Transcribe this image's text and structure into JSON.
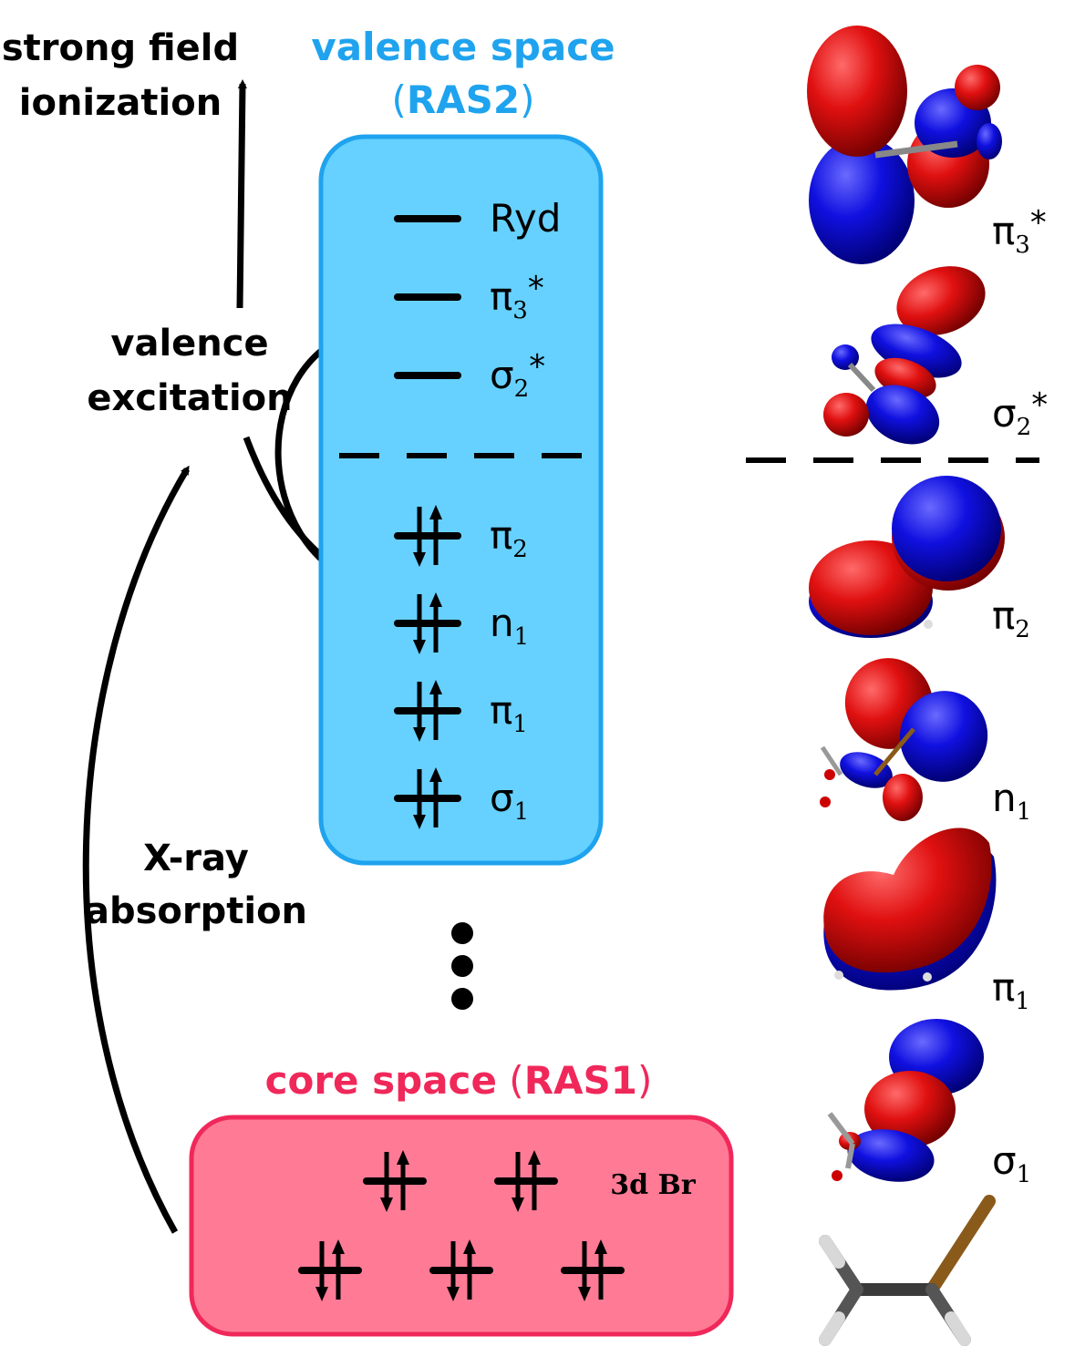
{
  "process_labels": {
    "strong_field": [
      "strong field",
      "ionization"
    ],
    "valence_excitation": [
      "valence",
      "excitation"
    ],
    "xray_absorption": [
      "X-ray",
      "absorption"
    ]
  },
  "valence_space": {
    "title": "valence space",
    "subtitle": "RAS2",
    "color": "#66d1ff",
    "border_color": "#1fa3ee",
    "text_color": "#1fa3ee",
    "unoccupied": [
      {
        "base": "Ryd",
        "sub": "",
        "sup": ""
      },
      {
        "base": "π",
        "sub": "3",
        "sup": "*"
      },
      {
        "base": "σ",
        "sub": "2",
        "sup": "*"
      }
    ],
    "occupied": [
      {
        "base": "π",
        "sub": "2",
        "sup": ""
      },
      {
        "base": "n",
        "sub": "1",
        "sup": ""
      },
      {
        "base": "π",
        "sub": "1",
        "sup": ""
      },
      {
        "base": "σ",
        "sub": "1",
        "sup": ""
      }
    ]
  },
  "core_space": {
    "title": "core space",
    "subtitle": "RAS1",
    "label": "3d Br",
    "color": "#ff7a95",
    "border_color": "#f0285a",
    "text_color": "#f0285a"
  },
  "orbital_images": [
    {
      "base": "π",
      "sub": "3",
      "sup": "*"
    },
    {
      "base": "σ",
      "sub": "2",
      "sup": "*"
    },
    {
      "base": "π",
      "sub": "2",
      "sup": ""
    },
    {
      "base": "n",
      "sub": "1",
      "sup": ""
    },
    {
      "base": "π",
      "sub": "1",
      "sup": ""
    },
    {
      "base": "σ",
      "sub": "1",
      "sup": ""
    }
  ],
  "colors": {
    "lobe_positive": "#e01010",
    "lobe_negative": "#1010e0",
    "bromine": "#8a5a1a",
    "carbon": "#3a3a3a",
    "hydrogen": "#d8d8d8"
  }
}
